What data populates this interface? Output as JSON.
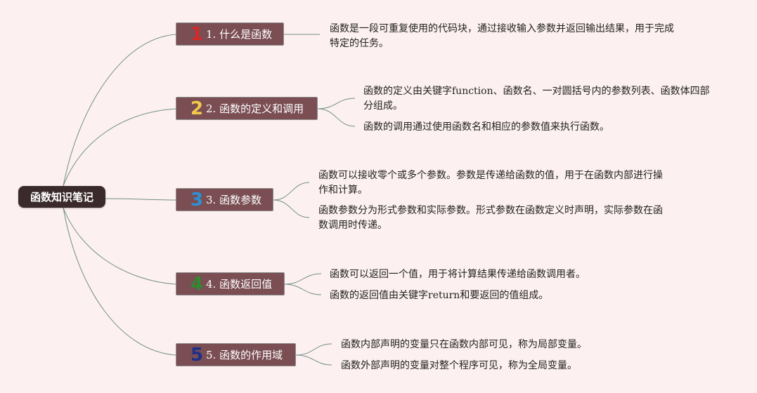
{
  "root": {
    "label": "函数知识笔记"
  },
  "colors": {
    "background": "#fdf0f0",
    "root_fill": "#3a2a2c",
    "topic_fill": "#7a4e52",
    "line": "#6f8f88",
    "badge_1": "#d62828",
    "badge_2": "#f2c94c",
    "badge_3": "#2d8fd5",
    "badge_4": "#2e8b2e",
    "badge_5": "#1f2f8a"
  },
  "topics": [
    {
      "badge": "1",
      "label": "1. 什么是函数",
      "notes": [
        "函数是一段可重复使用的代码块，通过接收输入参数并返回输出结果，用于完成特定的任务。"
      ]
    },
    {
      "badge": "2",
      "label": "2. 函数的定义和调用",
      "notes": [
        "函数的定义由关键字function、函数名、一对圆括号内的参数列表、函数体四部分组成。",
        "函数的调用通过使用函数名和相应的参数值来执行函数。"
      ]
    },
    {
      "badge": "3",
      "label": "3. 函数参数",
      "notes": [
        "函数可以接收零个或多个参数。参数是传递给函数的值，用于在函数内部进行操作和计算。",
        "函数参数分为形式参数和实际参数。形式参数在函数定义时声明，实际参数在函数调用时传递。"
      ]
    },
    {
      "badge": "4",
      "label": "4. 函数返回值",
      "notes": [
        "函数可以返回一个值，用于将计算结果传递给函数调用者。",
        "函数的返回值由关键字return和要返回的值组成。"
      ]
    },
    {
      "badge": "5",
      "label": "5. 函数的作用域",
      "notes": [
        "函数内部声明的变量只在函数内部可见，称为局部变量。",
        "函数外部声明的变量对整个程序可见，称为全局变量。"
      ]
    }
  ]
}
